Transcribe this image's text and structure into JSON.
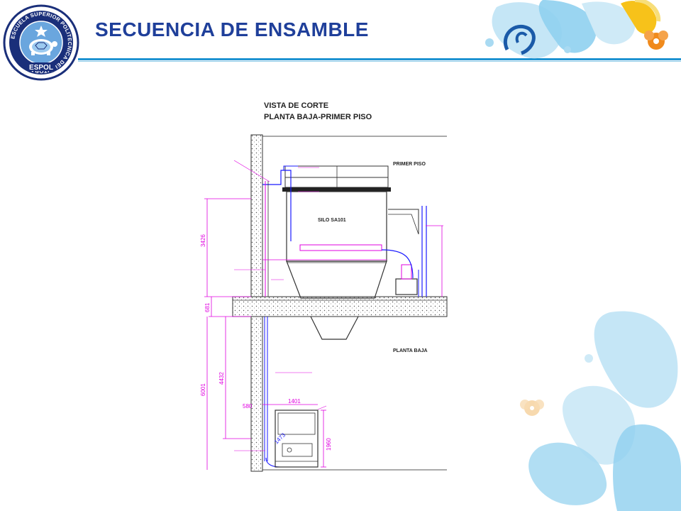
{
  "slide": {
    "title": "SECUENCIA DE ENSAMBLE",
    "logo_text": "ESCUELA SUPERIOR POLITECNICA DEL LITORAL",
    "logo_bottom": "ESPOL",
    "colors": {
      "title": "#1f3f9a",
      "accent": "#1f93d1",
      "magenta": "#e000e0",
      "blue": "#1a1aff",
      "orange": "#f08a1c",
      "yellow": "#f7c21a"
    }
  },
  "drawing": {
    "title_line1": "VISTA DE CORTE",
    "title_line2": "PLANTA BAJA-PRIMER PISO",
    "primer_piso": "PRIMER PISO",
    "planta_baja": "PLANTA BAJA",
    "silo": "SILO SA101",
    "dimensions": {
      "d3426": "3426",
      "d681": "681",
      "d6001": "6001",
      "d4432": "4432",
      "d580": "580",
      "d1401": "1401",
      "d1960": "1960",
      "d1473": "1473"
    }
  }
}
